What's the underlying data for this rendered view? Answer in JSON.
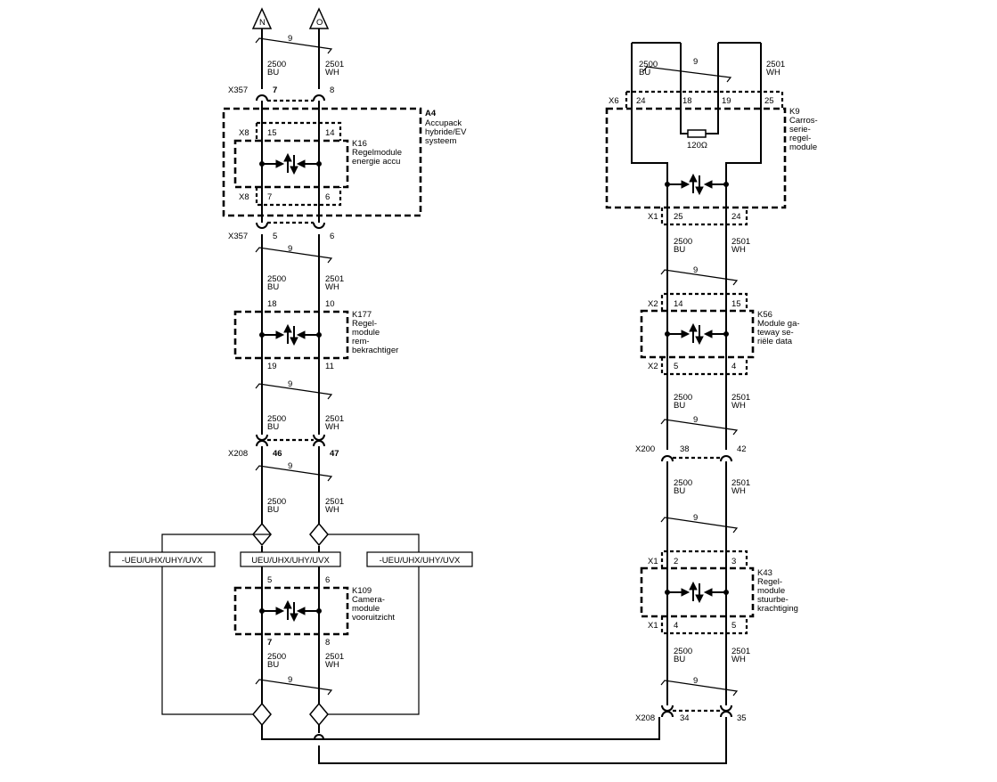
{
  "terminals": {
    "n": "N",
    "o": "O"
  },
  "wires": {
    "bu_num": "2500",
    "bu_col": "BU",
    "wh_num": "2501",
    "wh_col": "WH",
    "twist": "9"
  },
  "connectors": {
    "x357": "X357",
    "x8": "X8",
    "x208": "X208",
    "x6": "X6",
    "x1": "X1",
    "x2": "X2",
    "x200": "X200"
  },
  "pins": {
    "x357_top_bu": "7",
    "x357_top_wh": "8",
    "x8_top_bu": "15",
    "x8_top_wh": "14",
    "x8_bot_bu": "7",
    "x8_bot_wh": "6",
    "x357_bot_bu": "5",
    "x357_bot_wh": "6",
    "k177_top_bu": "18",
    "k177_top_wh": "10",
    "k177_bot_bu": "19",
    "k177_bot_wh": "11",
    "x208_left_bu": "46",
    "x208_left_wh": "47",
    "k109_top_bu": "5",
    "k109_top_wh": "6",
    "k109_bot_bu": "7",
    "k109_bot_wh": "8",
    "x6_24": "24",
    "x6_18": "18",
    "x6_19": "19",
    "x6_25": "25",
    "k9_bot_bu": "25",
    "k9_bot_wh": "24",
    "x2_top_bu": "14",
    "x2_top_wh": "15",
    "x2_bot_bu": "5",
    "x2_bot_wh": "4",
    "x200_bu": "38",
    "x200_wh": "42",
    "x1_k43_top_bu": "2",
    "x1_k43_top_wh": "3",
    "x1_k43_bot_bu": "4",
    "x1_k43_bot_wh": "5",
    "x208_right_bu": "34",
    "x208_right_wh": "35"
  },
  "modules": {
    "a4": {
      "id": "A4",
      "lines": [
        "Accupack",
        "hybride/EV",
        "systeem"
      ]
    },
    "k16": {
      "id": "K16",
      "lines": [
        "Regelmodule",
        "energie accu"
      ]
    },
    "k177": {
      "id": "K177",
      "lines": [
        "Regel-",
        "module",
        "rem-",
        "bekrachtiger"
      ]
    },
    "k109": {
      "id": "K109",
      "lines": [
        "Camera-",
        "module",
        "vooruitzicht"
      ]
    },
    "k9": {
      "id": "K9",
      "lines": [
        "Carros-",
        "serie-",
        "regel-",
        "module"
      ]
    },
    "k56": {
      "id": "K56",
      "lines": [
        "Module ga-",
        "teway se-",
        "riële data"
      ]
    },
    "k43": {
      "id": "K43",
      "lines": [
        "Regel-",
        "module",
        "stuurbe-",
        "krachtiging"
      ]
    }
  },
  "resistor": "120Ω",
  "options": {
    "left": "-UEU/UHX/UHY/UVX",
    "center": "UEU/UHX/UHY/UVX",
    "right": "-UEU/UHX/UHY/UVX"
  }
}
